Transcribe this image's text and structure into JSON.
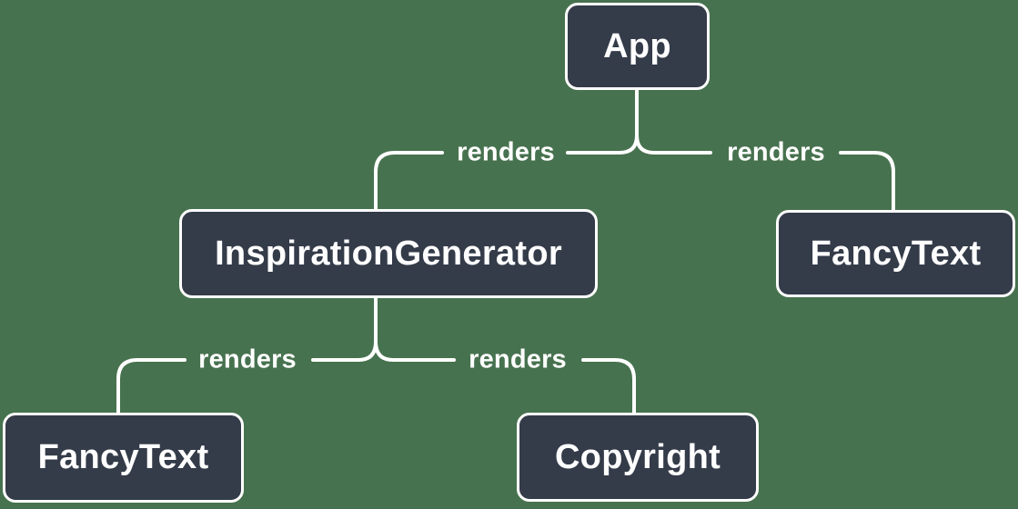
{
  "diagram": {
    "type": "component-render-tree",
    "nodes": [
      {
        "id": "app",
        "label": "App"
      },
      {
        "id": "inspiration-generator",
        "label": "InspirationGenerator"
      },
      {
        "id": "fancy-text-right",
        "label": "FancyText"
      },
      {
        "id": "fancy-text-left",
        "label": "FancyText"
      },
      {
        "id": "copyright",
        "label": "Copyright"
      }
    ],
    "edges": [
      {
        "from": "App",
        "to": "InspirationGenerator",
        "label": "renders"
      },
      {
        "from": "App",
        "to": "FancyText",
        "label": "renders"
      },
      {
        "from": "InspirationGenerator",
        "to": "FancyText",
        "label": "renders"
      },
      {
        "from": "InspirationGenerator",
        "to": "Copyright",
        "label": "renders"
      }
    ],
    "colors": {
      "background": "#47724F",
      "node_fill": "#343B49",
      "node_border": "#FFFFFF",
      "line": "#FFFFFF",
      "text": "#FFFFFF"
    }
  }
}
